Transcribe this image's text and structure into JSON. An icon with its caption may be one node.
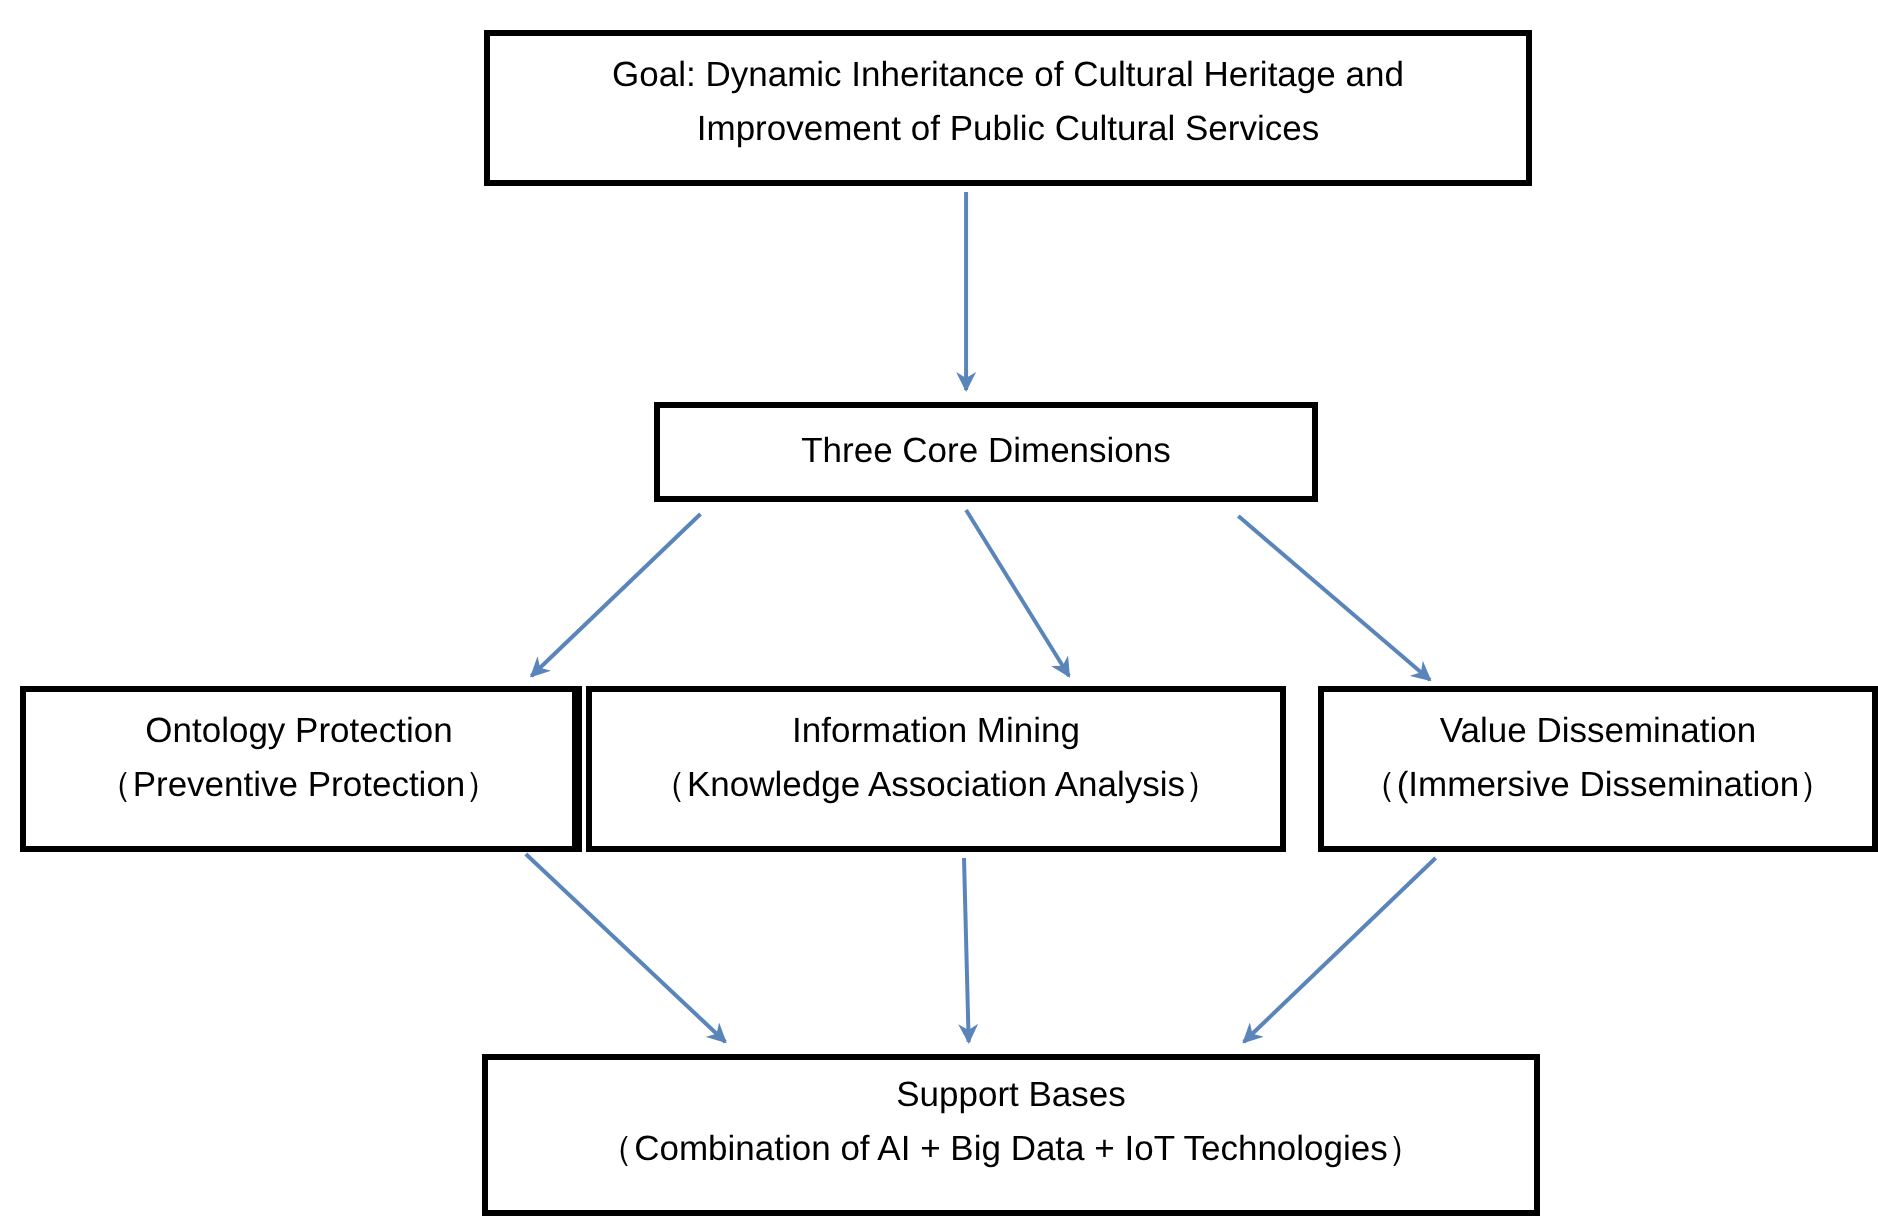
{
  "diagram": {
    "nodes": [
      {
        "text": [
          "Goal: Dynamic Inheritance of Cultural Heritage and Improvement of Public Cultural Services"
        ]
      },
      {
        "text": [
          "Three Core Dimensions"
        ]
      },
      {
        "text": [
          "Ontology Protection",
          "（Preventive Protection）"
        ]
      },
      {
        "text": [
          "Information Mining",
          "（Knowledge Association Analysis）"
        ]
      },
      {
        "text": [
          "Value Dissemination",
          "（(Immersive Dissemination）"
        ]
      },
      {
        "text": [
          "Support Bases",
          "（Combination of AI + Big Data + IoT Technologies）"
        ]
      }
    ],
    "edges": [
      {
        "from": 0,
        "to": 1,
        "arrow": "to"
      },
      {
        "from": 1,
        "to": 2,
        "arrow": "to"
      },
      {
        "from": 1,
        "to": 3,
        "arrow": "to"
      },
      {
        "from": 1,
        "to": 4,
        "arrow": "to"
      },
      {
        "from": 2,
        "to": 5,
        "arrow": "to"
      },
      {
        "from": 3,
        "to": 5,
        "arrow": "to"
      },
      {
        "from": 4,
        "to": 5,
        "arrow": "to"
      }
    ]
  }
}
